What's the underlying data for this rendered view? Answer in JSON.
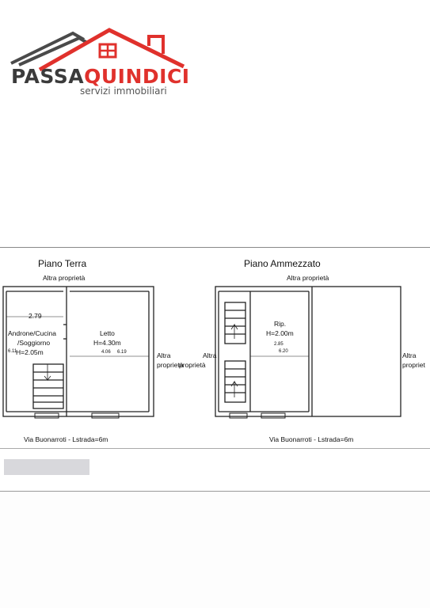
{
  "logo": {
    "brand_part1": "PASSA",
    "brand_part2": "QUINDICI",
    "tagline": "servizi immobiliari",
    "colors": {
      "dark": "#3b3b3b",
      "accent": "#e0312c"
    }
  },
  "plan_left": {
    "title": "Piano Terra",
    "top_neighbor": "Altra proprietà",
    "right_neighbor_line1": "Altra",
    "right_neighbor_line2": "proprietà",
    "room1_line1": "Androne/Cucina",
    "room1_line2": "/Soggiorno",
    "room1_height": "H=2.05m",
    "room1_dim_top": "2.79",
    "room1_dim_side": "6.11",
    "room2_name": "Letto",
    "room2_height": "H=4.30m",
    "room2_dim_width": "4.06",
    "room2_dim_depth": "6.19",
    "street": "Via Buonarroti - Lstrada=6m"
  },
  "plan_right": {
    "title": "Piano Ammezzato",
    "top_neighbor": "Altra proprietà",
    "left_neighbor_line1": "Altra",
    "left_neighbor_line2": "proprietà",
    "right_neighbor_line1": "Altra",
    "right_neighbor_line2": "propriet",
    "room_name": "Rip.",
    "room_height": "H=2.00m",
    "dim_width": "2.85",
    "dim_depth": "6.20",
    "street": "Via Buonarroti - Lstrada=6m"
  }
}
